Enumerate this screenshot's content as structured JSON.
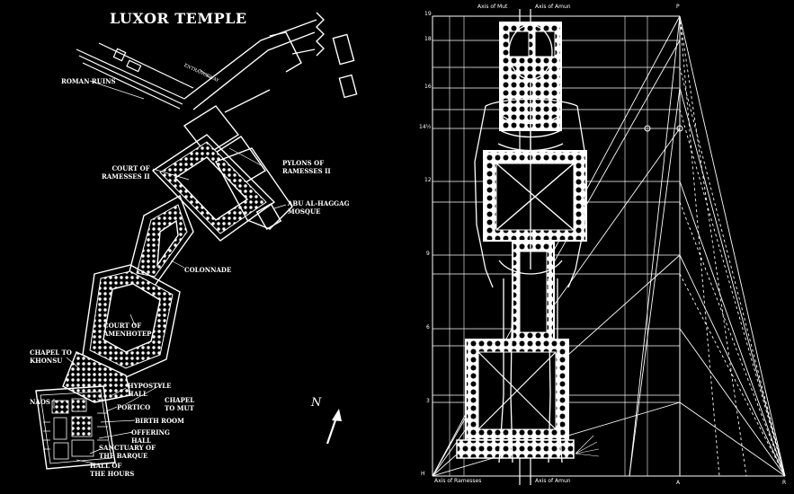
{
  "left_map": {
    "title": "LUXOR TEMPLE",
    "labels": {
      "roman_ruins": "ROMAN RUINS",
      "entrance_way": "ENTRANCEWAY",
      "pylons": "PYLONS OF\nRAMESSES II",
      "court_ramesses": "COURT OF\nRAMESSES II",
      "abu_haggag": "ABU AL-HAGGAG\nMOSQUE",
      "colonnade": "COLONNADE",
      "court_amenhotep": "COURT OF\nAMENHOTEP",
      "chapel_khonsu": "CHAPEL TO\nKHONSU",
      "hypostyle": "HYPOSTYLE\nHALL",
      "chapel_mut": "CHAPEL\nTO MUT",
      "naos": "NAOS",
      "portico": "PORTICO",
      "birth_room": "BIRTH ROOM",
      "offering_hall": "OFFERING\nHALL",
      "sanctuary": "SANCTUARY OF\nTHE BARQUE",
      "hall_hours": "HALL OF\nTHE HOURS"
    },
    "north_label": "N"
  },
  "right_diagram": {
    "axis_mut": "Axis of Mut",
    "axis_amun_top": "Axis of Amun",
    "axis_ramesses": "Axis of Ramesses",
    "axis_amun_bottom": "Axis of Amun",
    "corner_top_left": "19",
    "corner_top_right": "P",
    "corner_bottom_left": "H",
    "corner_bottom_mid": "A",
    "corner_bottom_right": "R",
    "y_labels": [
      "18",
      "16",
      "14½",
      "12",
      "9",
      "6",
      "3"
    ]
  },
  "colors": {
    "background": "#000000",
    "lines": "#ffffff"
  }
}
